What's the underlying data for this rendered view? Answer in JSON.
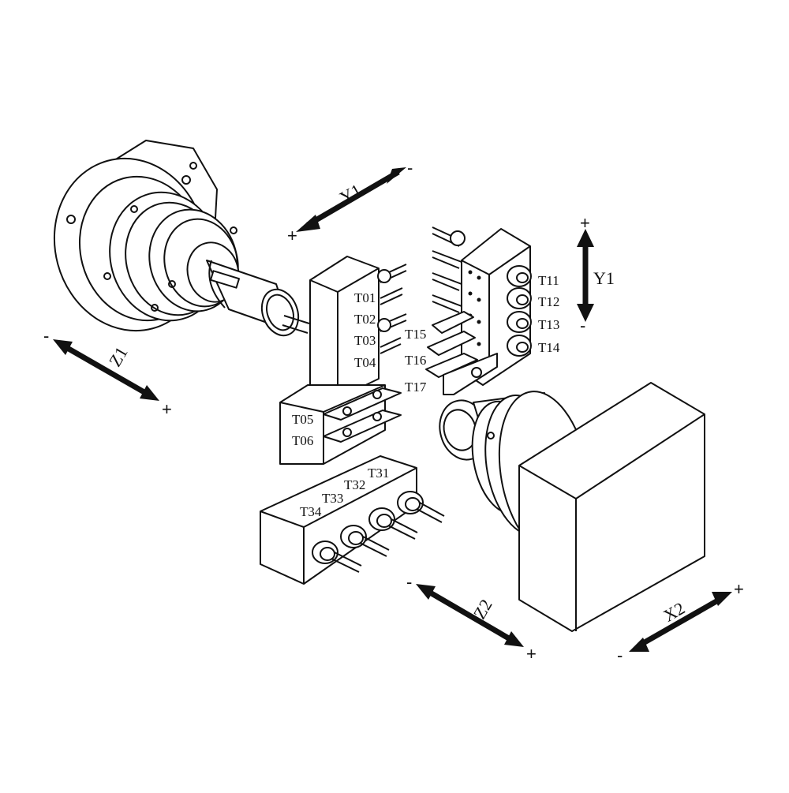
{
  "tools": {
    "t01": "T01",
    "t02": "T02",
    "t03": "T03",
    "t04": "T04",
    "t05": "T05",
    "t06": "T06",
    "t11": "T11",
    "t12": "T12",
    "t13": "T13",
    "t14": "T14",
    "t15": "T15",
    "t16": "T16",
    "t17": "T17",
    "t31": "T31",
    "t32": "T32",
    "t33": "T33",
    "t34": "T34"
  },
  "axes": {
    "y1_top": "Y1",
    "y1_right": "Y1",
    "z1": "Z1",
    "z2": "Z2",
    "x2": "X2",
    "plus": "+",
    "minus": "-"
  }
}
